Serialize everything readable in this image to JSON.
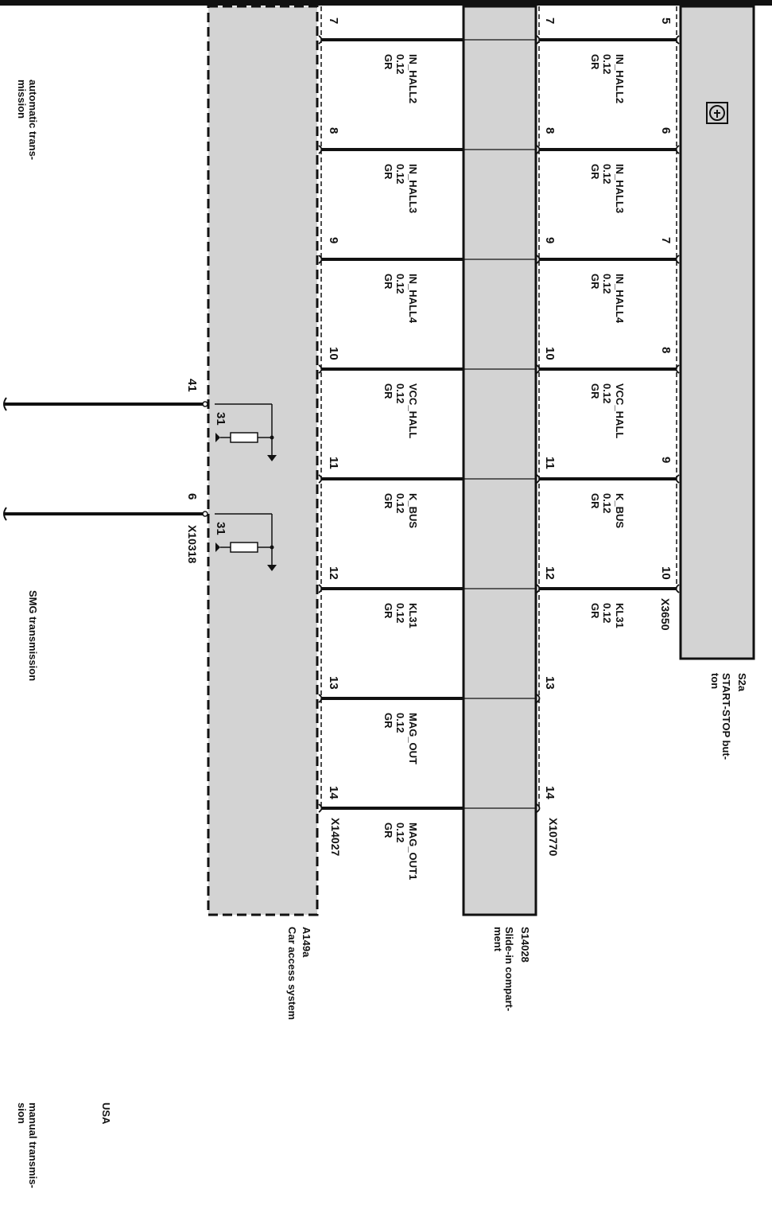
{
  "components": {
    "start_stop": {
      "id": "S2a",
      "name": "START-STOP but-\nton",
      "connector": "X3650"
    },
    "slide_in": {
      "id": "S14028",
      "name": "Slide-in compart-\nment",
      "connector": "X10770"
    },
    "cas": {
      "id": "A149a",
      "name": "Car access system",
      "connector": "X14027"
    }
  },
  "wires_top": [
    {
      "pin_top": "5",
      "pin_mid": "7",
      "signal": "IN_HALL2",
      "size": "0.12",
      "color": "GR"
    },
    {
      "pin_top": "6",
      "pin_mid": "8",
      "signal": "IN_HALL3",
      "size": "0.12",
      "color": "GR"
    },
    {
      "pin_top": "7",
      "pin_mid": "9",
      "signal": "IN_HALL4",
      "size": "0.12",
      "color": "GR"
    },
    {
      "pin_top": "8",
      "pin_mid": "10",
      "signal": "VCC_HALL",
      "size": "0.12",
      "color": "GR"
    },
    {
      "pin_top": "9",
      "pin_mid": "11",
      "signal": "K_BUS",
      "size": "0.12",
      "color": "GR"
    },
    {
      "pin_top": "10",
      "pin_mid": "12",
      "signal": "KL31",
      "size": "0.12",
      "color": "GR"
    },
    {
      "pin_top": "",
      "pin_mid": "13",
      "signal": "",
      "size": "",
      "color": ""
    },
    {
      "pin_top": "",
      "pin_mid": "14",
      "signal": "",
      "size": "",
      "color": ""
    }
  ],
  "wires_bottom": [
    {
      "pin": "7",
      "signal": "IN_HALL2",
      "size": "0.12",
      "color": "GR"
    },
    {
      "pin": "8",
      "signal": "IN_HALL3",
      "size": "0.12",
      "color": "GR"
    },
    {
      "pin": "9",
      "signal": "IN_HALL4",
      "size": "0.12",
      "color": "GR"
    },
    {
      "pin": "10",
      "signal": "VCC_HALL",
      "size": "0.12",
      "color": "GR"
    },
    {
      "pin": "11",
      "signal": "K_BUS",
      "size": "0.12",
      "color": "GR"
    },
    {
      "pin": "12",
      "signal": "KL31",
      "size": "0.12",
      "color": "GR"
    },
    {
      "pin": "13",
      "signal": "MAG_OUT",
      "size": "0.12",
      "color": "GR"
    },
    {
      "pin": "14",
      "signal": "MAG_OUT1",
      "size": "0.12",
      "color": "GR"
    }
  ],
  "cas_outputs": {
    "out1": {
      "pin": "41",
      "ground_pin": "31"
    },
    "out2": {
      "pin": "6",
      "ground_pin": "31",
      "connector": "X10318"
    }
  },
  "notes": {
    "automatic": "automatic trans-\nmission",
    "smg": "SMG transmission",
    "usa": "USA",
    "manual": "manual transmis-\nsion"
  },
  "colors": {
    "module_fill": "#d3d3d3",
    "wire": "#111111"
  }
}
